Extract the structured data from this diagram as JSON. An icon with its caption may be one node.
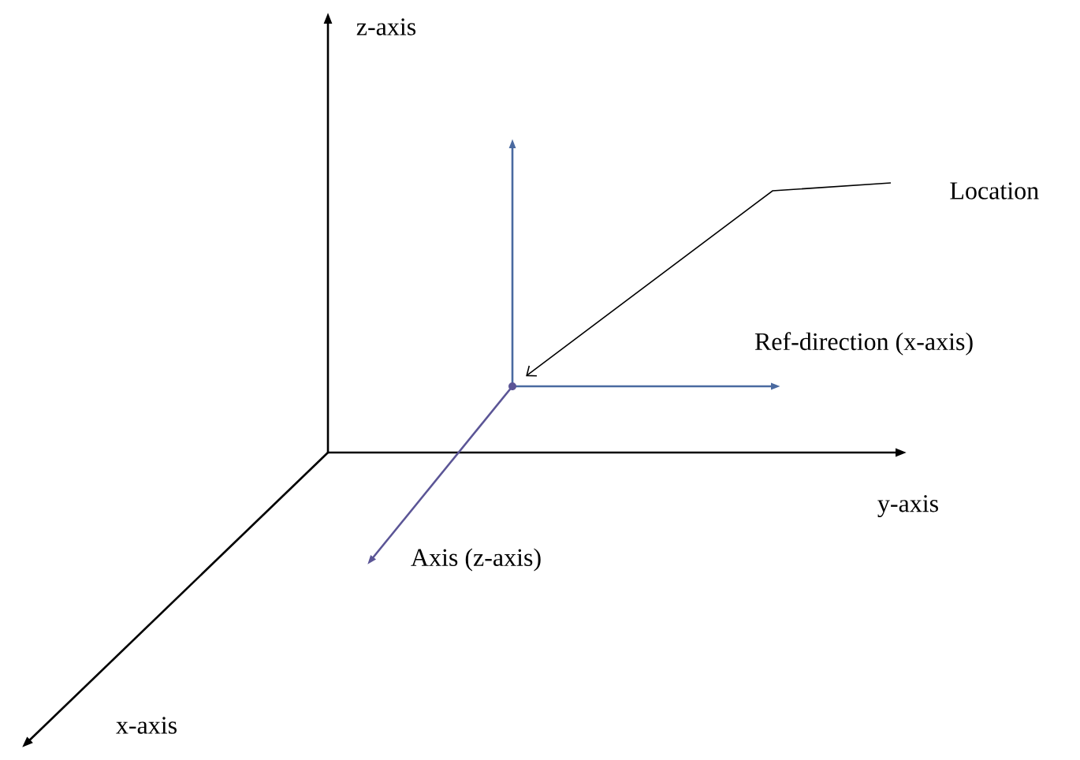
{
  "diagram": {
    "nodes": [
      {
        "text": [
          "Location"
        ]
      },
      {
        "text": [],
        "shape": "circle"
      }
    ],
    "edges": [
      {
        "from": 0,
        "to": 1,
        "arrow": "to"
      }
    ],
    "labels": [
      "z-axis",
      "Ref-direction (x-axis)",
      "y-axis",
      "Axis (z-axis)",
      "x-axis"
    ]
  }
}
